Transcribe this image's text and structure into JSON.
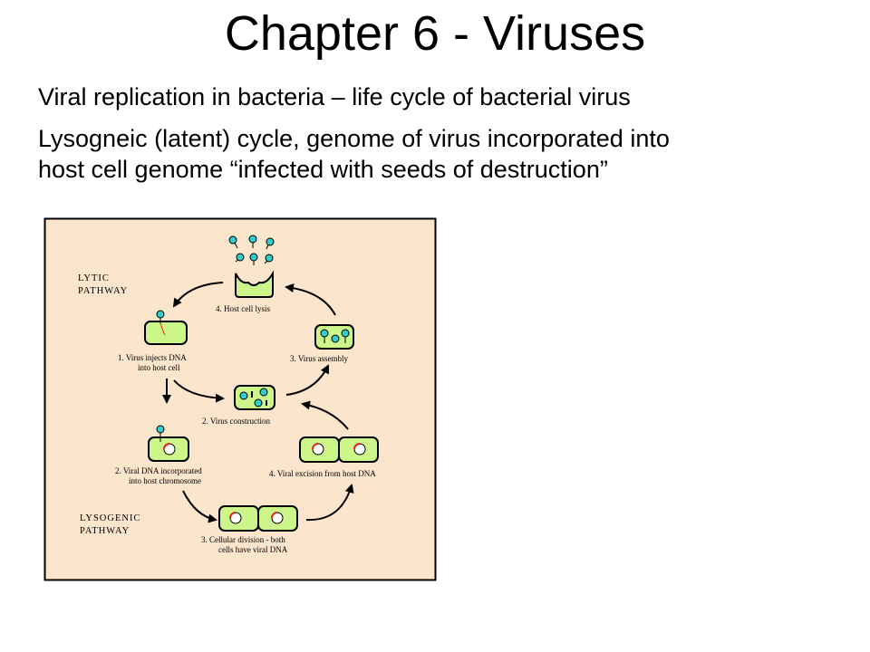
{
  "slide": {
    "title": "Chapter 6 - Viruses",
    "bullets": [
      "Viral replication in bacteria – life cycle of bacterial virus",
      "Lysogneic (latent) cycle, genome of virus incorporated into",
      "host cell genome “infected with seeds of destruction”"
    ]
  },
  "diagram": {
    "pathways": {
      "lytic": [
        "LYTIC",
        "PATHWAY"
      ],
      "lysogenic": [
        "LYSOGENIC",
        "PATHWAY"
      ]
    },
    "steps": {
      "lytic_1": [
        "1. Virus injects DNA",
        "into host cell"
      ],
      "lytic_2": "2. Virus construction",
      "lytic_3": "3. Virus assembly",
      "lytic_4": "4. Host cell lysis",
      "lyso_2": [
        "2. Viral DNA incorporated",
        "into host chromosome"
      ],
      "lyso_3": [
        "3. Cellular division - both",
        "cells have viral DNA"
      ],
      "lyso_4": "4. Viral excision from host DNA"
    },
    "colors": {
      "panel_bg": "#fbe5cc",
      "cell_fill": "#ccf58a",
      "virus_fill": "#33cccc",
      "viral_dna": "#e8241c"
    }
  }
}
